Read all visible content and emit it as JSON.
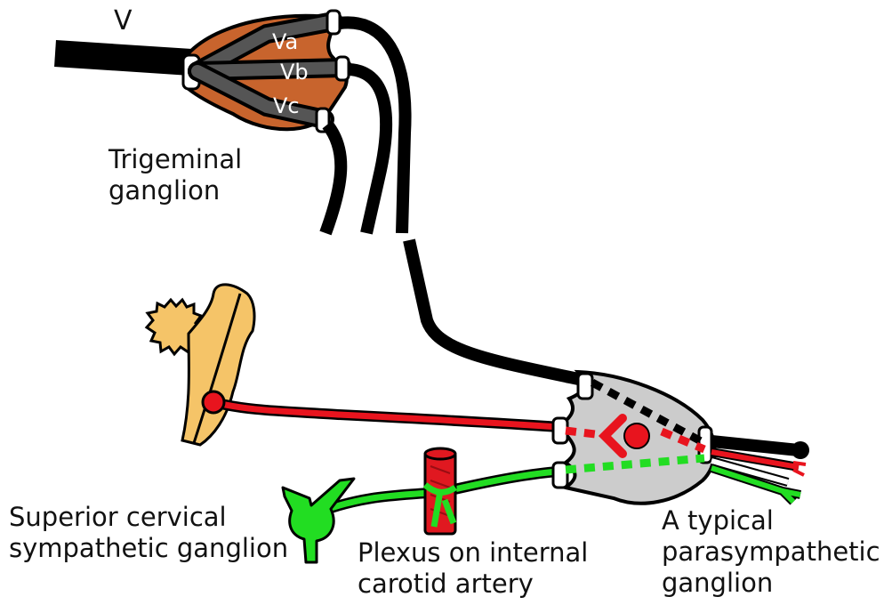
{
  "labels": {
    "v": "V",
    "va": "Va",
    "vb": "Vb",
    "vc": "Vc",
    "trigeminal": [
      "Trigeminal",
      "ganglion"
    ],
    "superior_cervical": [
      "Superior cervical",
      "sympathetic ganglion"
    ],
    "plexus": [
      "Plexus on internal",
      "carotid artery"
    ],
    "parasympathetic": [
      "A typical",
      "parasympathetic",
      "ganglion"
    ]
  },
  "colors": {
    "nerve": "#000000",
    "trigeminal_ganglion": "#c8642d",
    "sympathetic_ganglion": "#f5c468",
    "parasympathetic_ganglion": "#cccccc",
    "sympathetic_fiber": "#e8141e",
    "sensory_outline": "#ffffff",
    "green_fiber": "#22dd22",
    "artery": "#e01820"
  }
}
